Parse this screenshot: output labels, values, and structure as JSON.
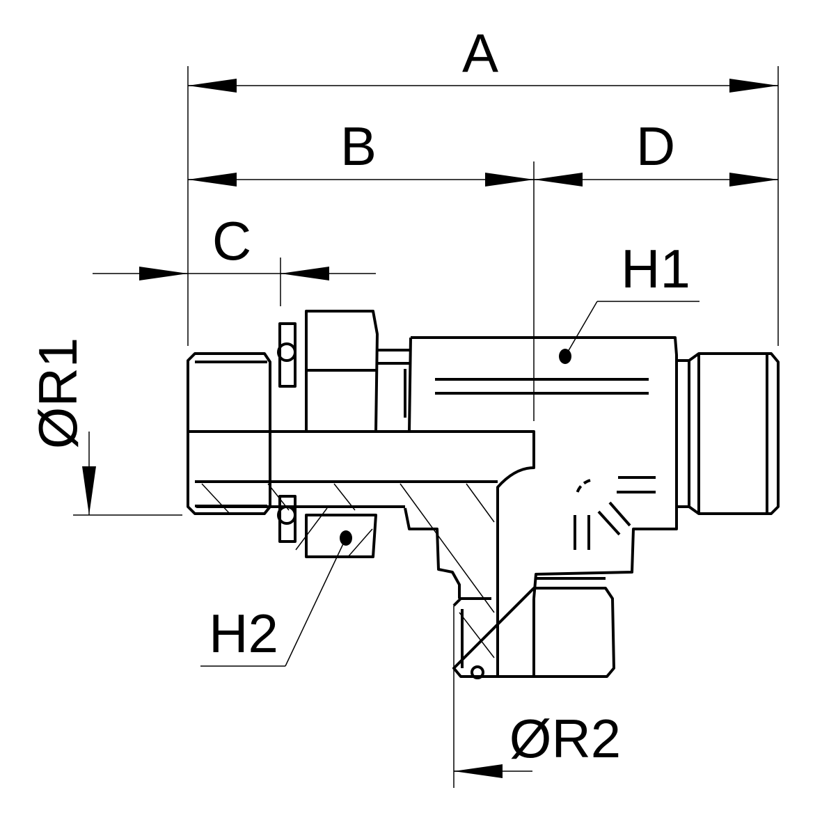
{
  "drawing": {
    "dimensions": {
      "a": "A",
      "b": "B",
      "c": "C",
      "d": "D",
      "r1": "ØR1",
      "r2": "ØR2"
    },
    "callouts": {
      "h1": "H1",
      "h2": "H2"
    }
  }
}
